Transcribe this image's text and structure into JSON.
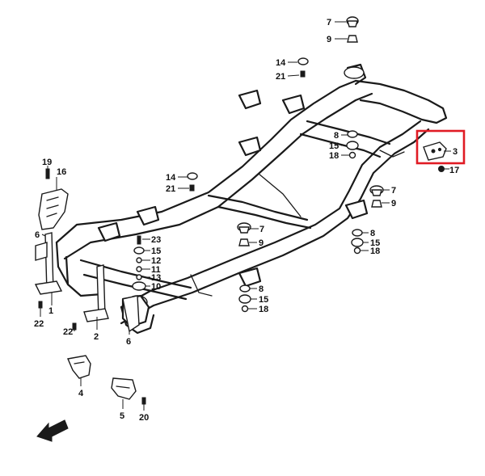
{
  "callouts": {
    "c7a": "7",
    "c9a": "9",
    "c14a": "14",
    "c21a": "21",
    "c8a": "8",
    "c15a": "15",
    "c18a": "18",
    "c3": "3",
    "c17": "17",
    "c14b": "14",
    "c21b": "21",
    "c7b": "7",
    "c9b": "9",
    "c19": "19",
    "c16": "16",
    "c7c": "7",
    "c9c": "9",
    "c8b": "8",
    "c15b": "15",
    "c18b": "18",
    "c6a": "6",
    "c23": "23",
    "c15c": "15",
    "c12": "12",
    "c11": "11",
    "c13": "13",
    "c10": "10",
    "c8c": "8",
    "c15d": "15",
    "c18c": "18",
    "c1": "1",
    "c22a": "22",
    "c22b": "22",
    "c2": "2",
    "c6b": "6",
    "c4": "4",
    "c5": "5",
    "c20": "20"
  },
  "highlight": {
    "target": "3",
    "color": "#e01b24"
  }
}
